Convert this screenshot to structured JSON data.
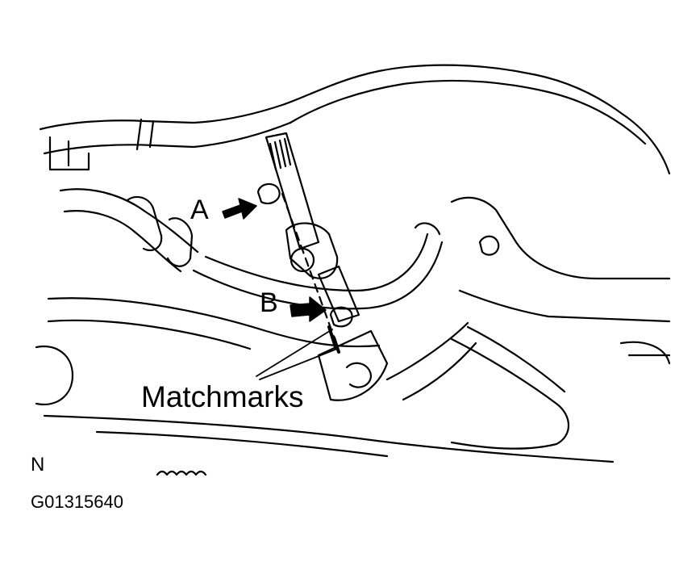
{
  "labels": {
    "a": "A",
    "b": "B",
    "matchmarks": "Matchmarks",
    "n": "N",
    "figure_id": "G01315640"
  },
  "colors": {
    "ink": "#000000",
    "paper": "#ffffff"
  },
  "icons": [
    "arrow-a-icon",
    "arrow-b-icon"
  ]
}
